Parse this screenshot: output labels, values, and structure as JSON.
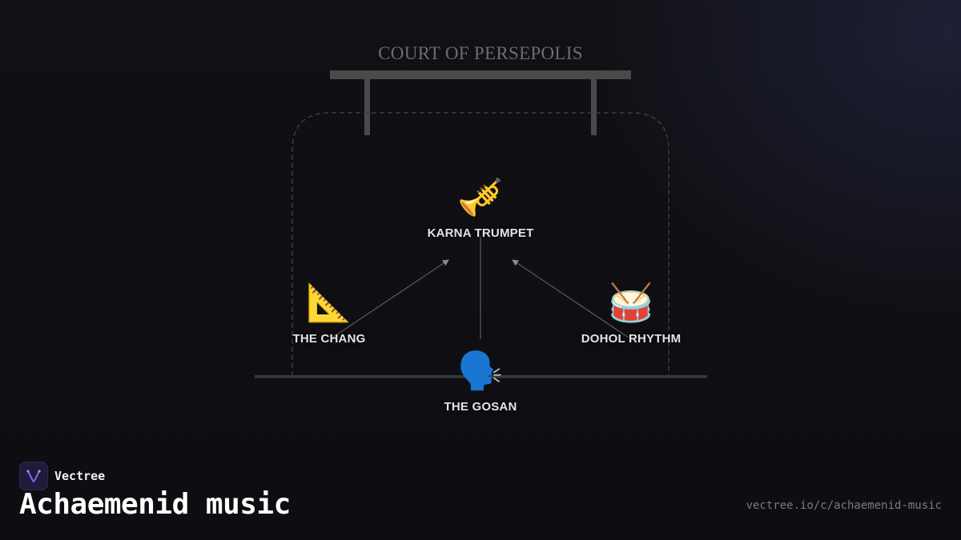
{
  "scene": {
    "title": "COURT OF PERSEPOLIS"
  },
  "nodes": {
    "trumpet": {
      "label": "KARNA TRUMPET",
      "glyph": "🎺",
      "icon": "trumpet-icon"
    },
    "chang": {
      "label": "THE CHANG",
      "glyph": "📐",
      "icon": "triangular-ruler-icon"
    },
    "dohol": {
      "label": "DOHOL RHYTHM",
      "glyph": "🥁",
      "icon": "drum-icon"
    },
    "gosan": {
      "label": "THE GOSAN",
      "glyph": "🗣️",
      "icon": "speaking-head-icon"
    }
  },
  "brand": {
    "name": "Vectree",
    "logo_icon": "vectree-logo-icon"
  },
  "page": {
    "heading": "Achaemenid music",
    "url": "vectree.io/c/achaemenid-music"
  },
  "colors": {
    "background": "#0f0f12",
    "structure": "#4a4a4a",
    "connector": "#6a6a70",
    "label": "#e4e4e8",
    "muted_text": "#7a7a80",
    "brand_accent": "#8b5cf6"
  }
}
